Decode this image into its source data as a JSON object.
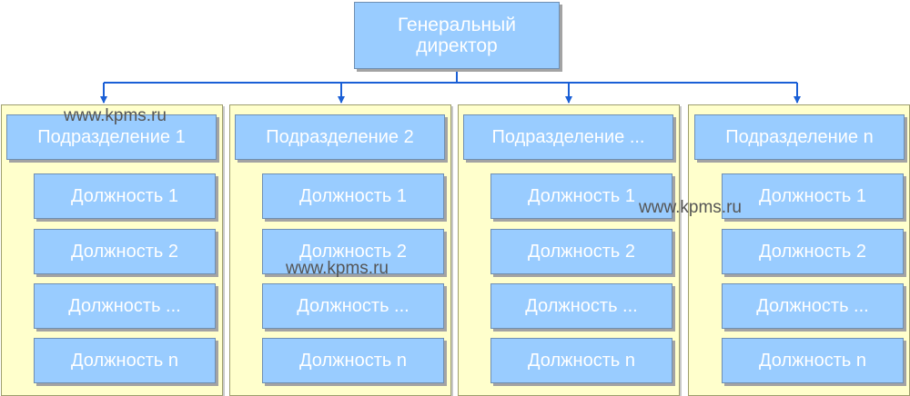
{
  "ceo": {
    "title": "Генеральный директор"
  },
  "departments": [
    {
      "name": "Подразделение 1",
      "positions": [
        "Должность 1",
        "Должность 2",
        "Должность ...",
        "Должность n"
      ]
    },
    {
      "name": "Подразделение 2",
      "positions": [
        "Должность 1",
        "Должность 2",
        "Должность ...",
        "Должность n"
      ]
    },
    {
      "name": "Подразделение ...",
      "positions": [
        "Должность 1",
        "Должность 2",
        "Должность ...",
        "Должность n"
      ]
    },
    {
      "name": "Подразделение n",
      "positions": [
        "Должность 1",
        "Должность 2",
        "Должность ...",
        "Должность n"
      ]
    }
  ],
  "watermark": "www.kpms.ru",
  "colors": {
    "box_fill": "#99ccff",
    "panel_fill": "#ffffcc",
    "connector": "#1a5fd6"
  }
}
